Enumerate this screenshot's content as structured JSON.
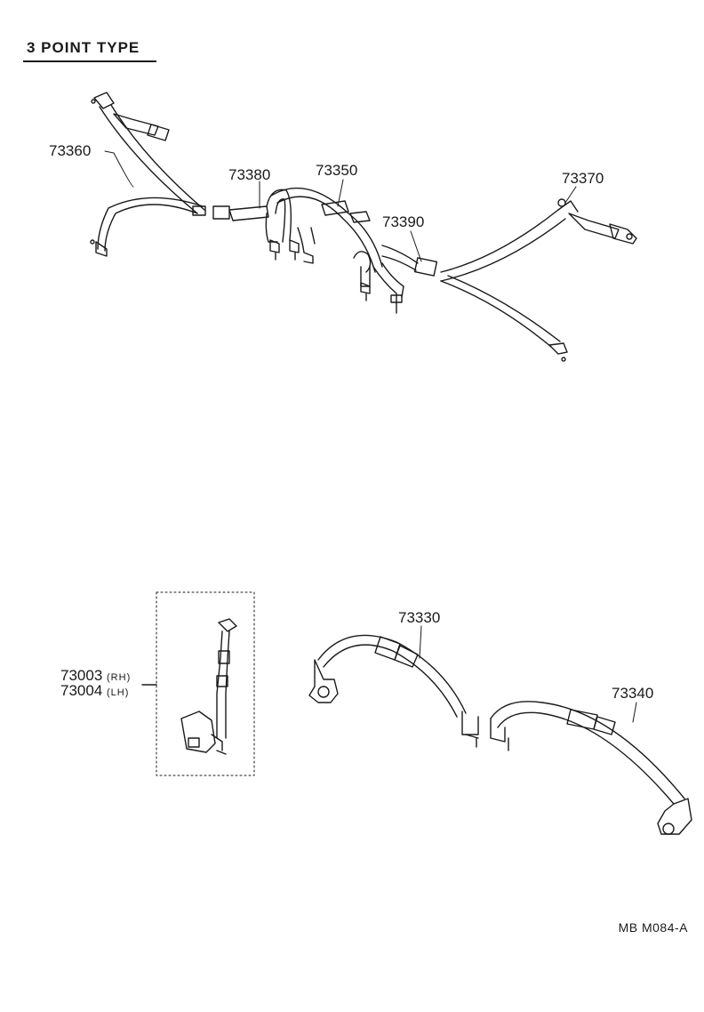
{
  "title": "3 POINT TYPE",
  "parts": {
    "p73360": "73360",
    "p73380": "73380",
    "p73350": "73350",
    "p73390": "73390",
    "p73370": "73370",
    "p73003": "73003",
    "p73003_side": "(RH)",
    "p73004": "73004",
    "p73004_side": "(LH)",
    "p73330": "73330",
    "p73340": "73340"
  },
  "diagram_code": "MB  M084-A"
}
